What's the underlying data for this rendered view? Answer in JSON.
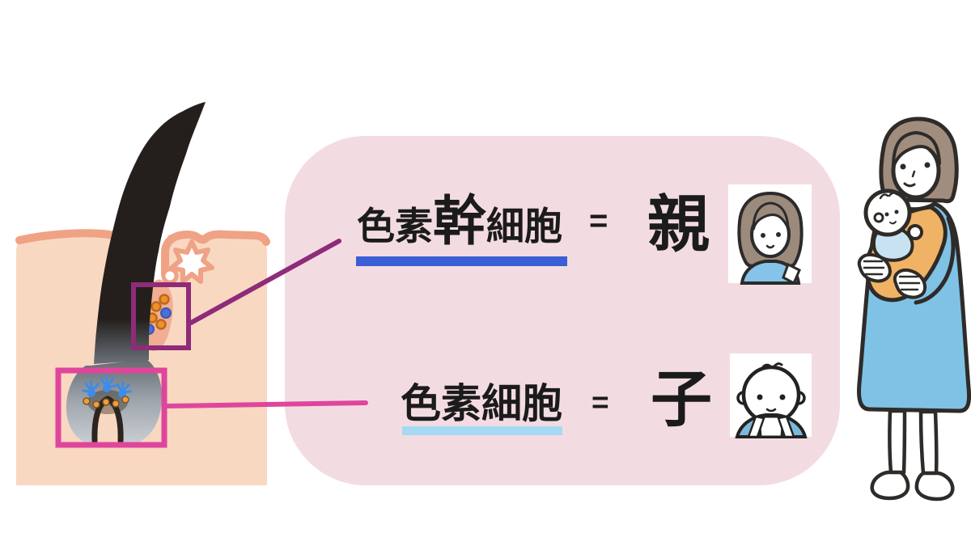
{
  "panel": {
    "background_color": "#f3dce1"
  },
  "rows": [
    {
      "term_prefix": "色素",
      "term_emphasis": "幹",
      "term_suffix": "細胞",
      "equals_sign": "=",
      "result": "親",
      "underline_color": "#3b5ed6",
      "icon": "mother-face-icon"
    },
    {
      "term_prefix": "色素",
      "term_emphasis": "",
      "term_suffix": "細胞",
      "equals_sign": "=",
      "result": "子",
      "underline_color": "#a6daf2",
      "icon": "baby-face-icon"
    }
  ],
  "follicle_illustration": {
    "name": "hair-follicle-cross-section",
    "bulge_region": {
      "highlight_color": "#8f2b79",
      "orange_cell_count": 4,
      "blue_cell_count": 2
    },
    "bulb_region": {
      "highlight_color": "#e0459c",
      "melanocyte_count": 3
    },
    "skin_color": "#f9d8c2",
    "skin_outline_color": "#f0a284",
    "hair_color": "#241f1c",
    "orange_cell_color": "#f09028",
    "blue_cell_color": "#4a6fd6",
    "melanocyte_color": "#3d8ce8"
  },
  "mother_illustration": {
    "name": "mother-holding-baby",
    "dress_color": "#7fc2e5",
    "sling_color": "#f0b264",
    "hair_color": "#a18d7e"
  }
}
